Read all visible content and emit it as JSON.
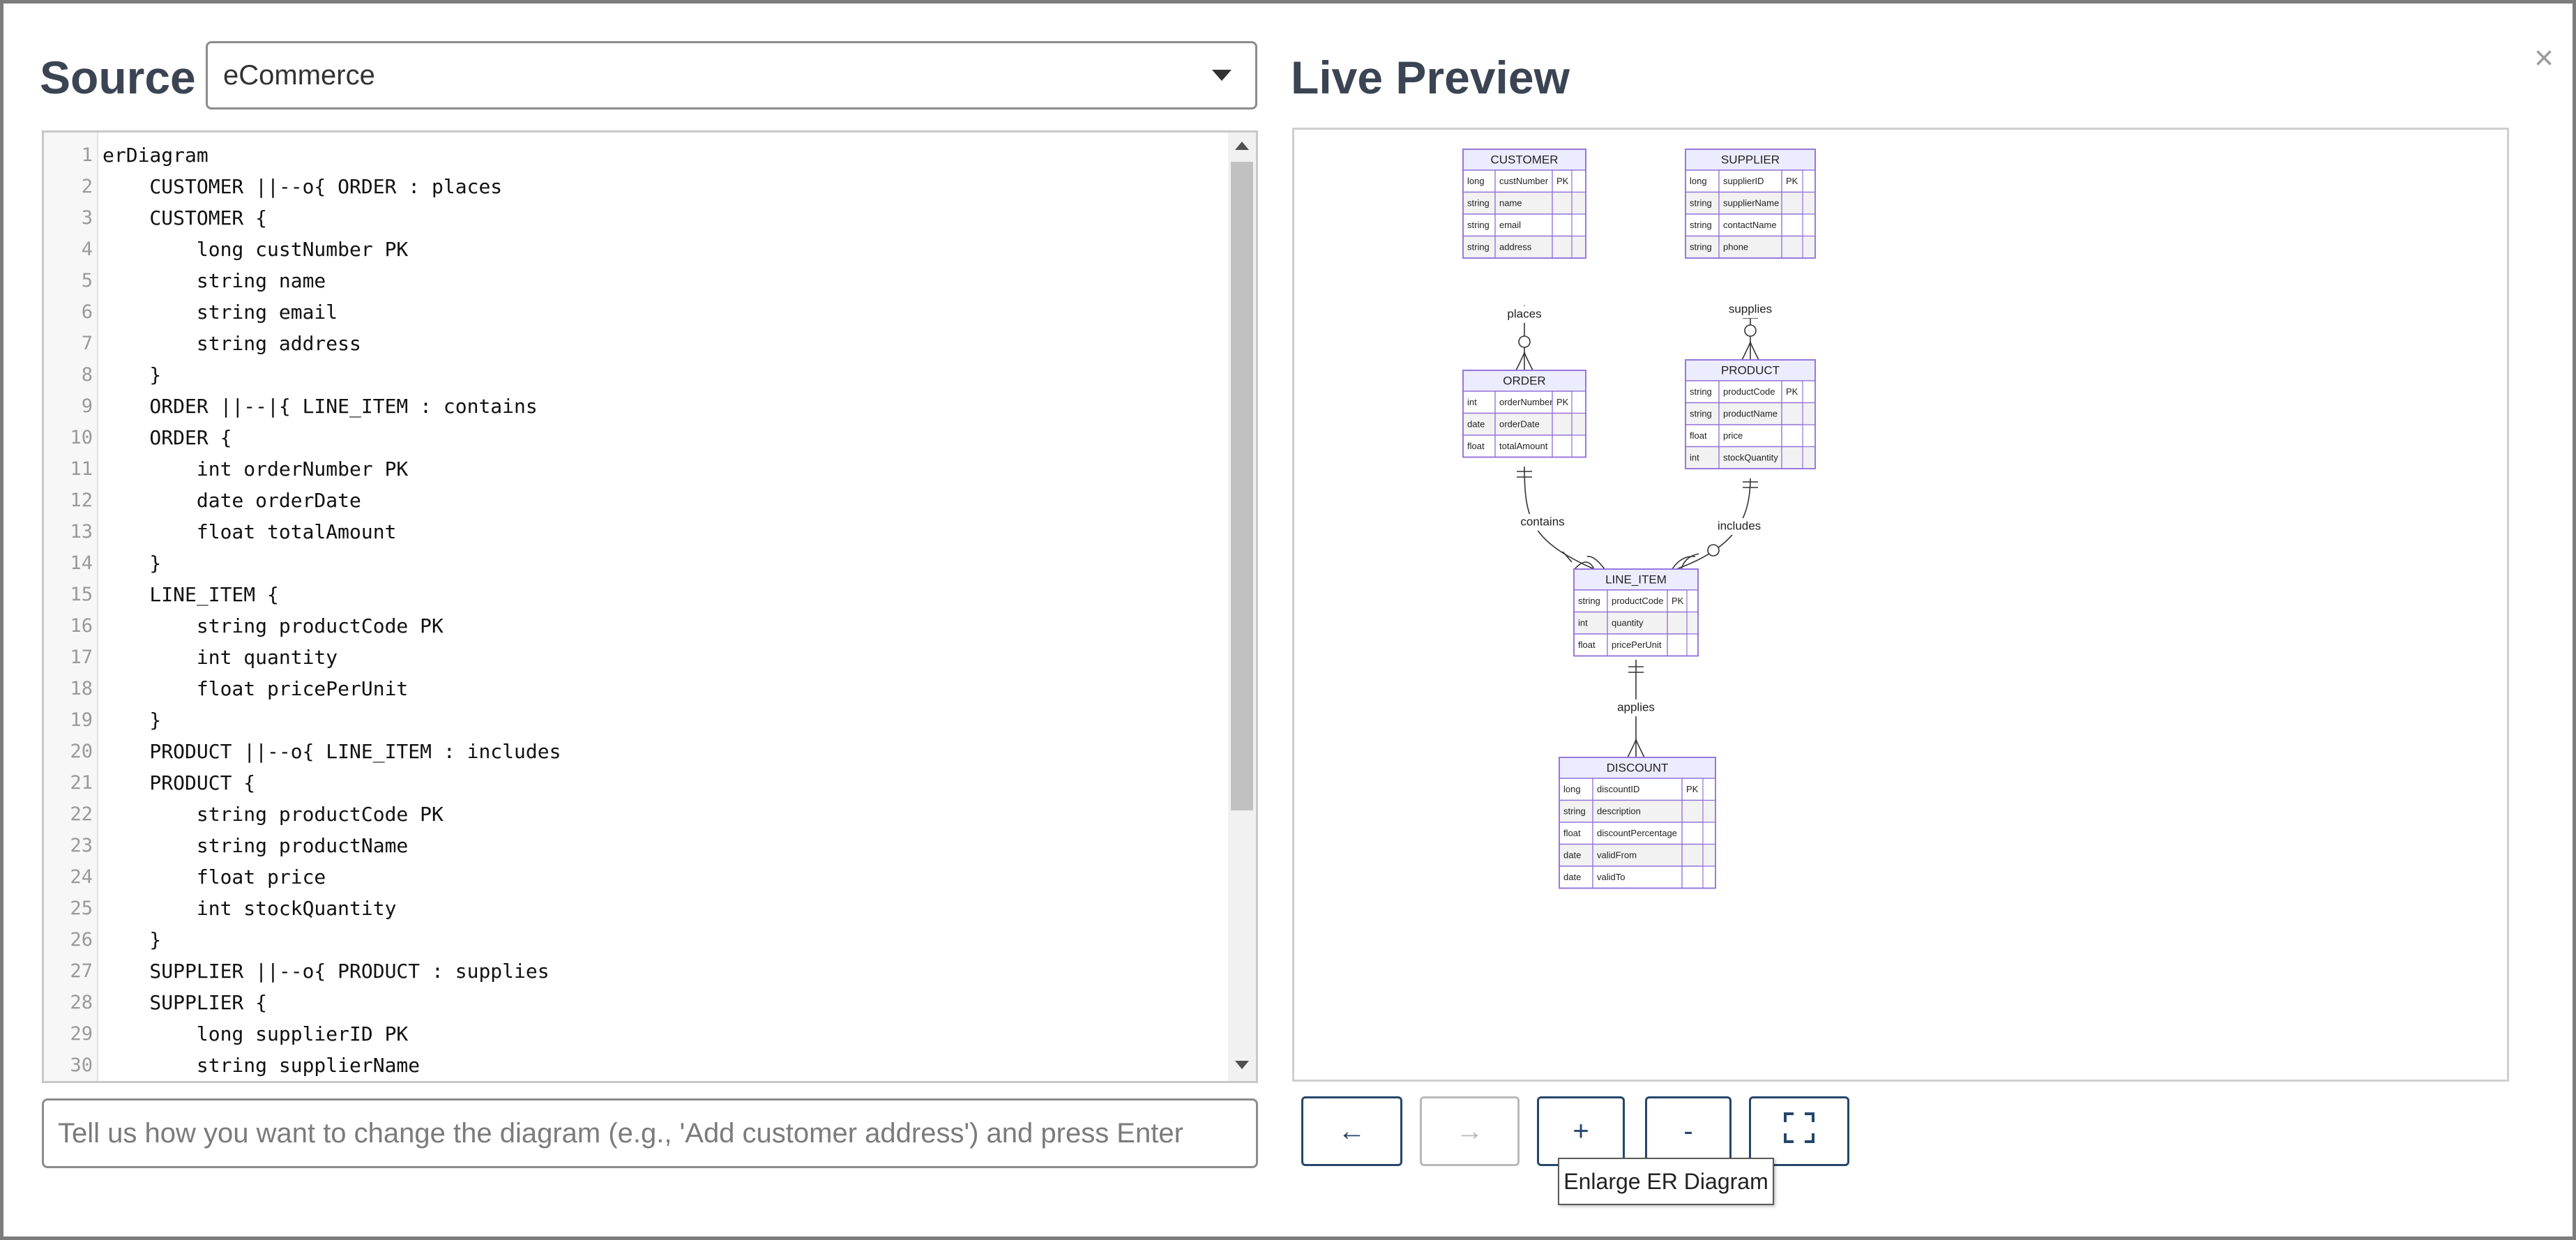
{
  "header": {
    "source_title": "Source",
    "preview_title": "Live Preview",
    "close_glyph": "×"
  },
  "source_select": {
    "selected": "eCommerce",
    "caret_icon": "chevron-down-icon"
  },
  "editor": {
    "lines": [
      {
        "n": "1",
        "text": "erDiagram"
      },
      {
        "n": "2",
        "text": "    CUSTOMER ||--o{ ORDER : places"
      },
      {
        "n": "3",
        "text": "    CUSTOMER {"
      },
      {
        "n": "4",
        "text": "        long custNumber PK"
      },
      {
        "n": "5",
        "text": "        string name"
      },
      {
        "n": "6",
        "text": "        string email"
      },
      {
        "n": "7",
        "text": "        string address"
      },
      {
        "n": "8",
        "text": "    }"
      },
      {
        "n": "9",
        "text": "    ORDER ||--|{ LINE_ITEM : contains"
      },
      {
        "n": "10",
        "text": "    ORDER {"
      },
      {
        "n": "11",
        "text": "        int orderNumber PK"
      },
      {
        "n": "12",
        "text": "        date orderDate"
      },
      {
        "n": "13",
        "text": "        float totalAmount"
      },
      {
        "n": "14",
        "text": "    }"
      },
      {
        "n": "15",
        "text": "    LINE_ITEM {"
      },
      {
        "n": "16",
        "text": "        string productCode PK"
      },
      {
        "n": "17",
        "text": "        int quantity"
      },
      {
        "n": "18",
        "text": "        float pricePerUnit"
      },
      {
        "n": "19",
        "text": "    }"
      },
      {
        "n": "20",
        "text": "    PRODUCT ||--o{ LINE_ITEM : includes"
      },
      {
        "n": "21",
        "text": "    PRODUCT {"
      },
      {
        "n": "22",
        "text": "        string productCode PK"
      },
      {
        "n": "23",
        "text": "        string productName"
      },
      {
        "n": "24",
        "text": "        float price"
      },
      {
        "n": "25",
        "text": "        int stockQuantity"
      },
      {
        "n": "26",
        "text": "    }"
      },
      {
        "n": "27",
        "text": "    SUPPLIER ||--o{ PRODUCT : supplies"
      },
      {
        "n": "28",
        "text": "    SUPPLIER {"
      },
      {
        "n": "29",
        "text": "        long supplierID PK"
      },
      {
        "n": "30",
        "text": "        string supplierName"
      }
    ]
  },
  "prompt": {
    "placeholder": "Tell us how you want to change the diagram (e.g., 'Add customer address') and press Enter",
    "value": ""
  },
  "diagram": {
    "entities": [
      {
        "name": "CUSTOMER",
        "rows": [
          [
            "long",
            "custNumber",
            "PK"
          ],
          [
            "string",
            "name",
            ""
          ],
          [
            "string",
            "email",
            ""
          ],
          [
            "string",
            "address",
            ""
          ]
        ]
      },
      {
        "name": "SUPPLIER",
        "rows": [
          [
            "long",
            "supplierID",
            "PK"
          ],
          [
            "string",
            "supplierName",
            ""
          ],
          [
            "string",
            "contactName",
            ""
          ],
          [
            "string",
            "phone",
            ""
          ]
        ]
      },
      {
        "name": "ORDER",
        "rows": [
          [
            "int",
            "orderNumber",
            "PK"
          ],
          [
            "date",
            "orderDate",
            ""
          ],
          [
            "float",
            "totalAmount",
            ""
          ]
        ]
      },
      {
        "name": "PRODUCT",
        "rows": [
          [
            "string",
            "productCode",
            "PK"
          ],
          [
            "string",
            "productName",
            ""
          ],
          [
            "float",
            "price",
            ""
          ],
          [
            "int",
            "stockQuantity",
            ""
          ]
        ]
      },
      {
        "name": "LINE_ITEM",
        "rows": [
          [
            "string",
            "productCode",
            "PK"
          ],
          [
            "int",
            "quantity",
            ""
          ],
          [
            "float",
            "pricePerUnit",
            ""
          ]
        ]
      },
      {
        "name": "DISCOUNT",
        "rows": [
          [
            "long",
            "discountID",
            "PK"
          ],
          [
            "string",
            "description",
            ""
          ],
          [
            "float",
            "discountPercentage",
            ""
          ],
          [
            "date",
            "validFrom",
            ""
          ],
          [
            "date",
            "validTo",
            ""
          ]
        ]
      }
    ],
    "relationships": [
      {
        "label": "places"
      },
      {
        "label": "supplies"
      },
      {
        "label": "contains"
      },
      {
        "label": "includes"
      },
      {
        "label": "applies"
      }
    ],
    "colors": {
      "header_fill": "#ececff",
      "border": "#9370db",
      "row_alt": "#f2f2f2",
      "line": "#333333"
    }
  },
  "controls": {
    "back_glyph": "←",
    "forward_glyph": "→",
    "zoom_in_glyph": "+",
    "zoom_out_glyph": "-",
    "fit_icon": "fullscreen-icon",
    "tooltip": "Enlarge ER Diagram"
  }
}
